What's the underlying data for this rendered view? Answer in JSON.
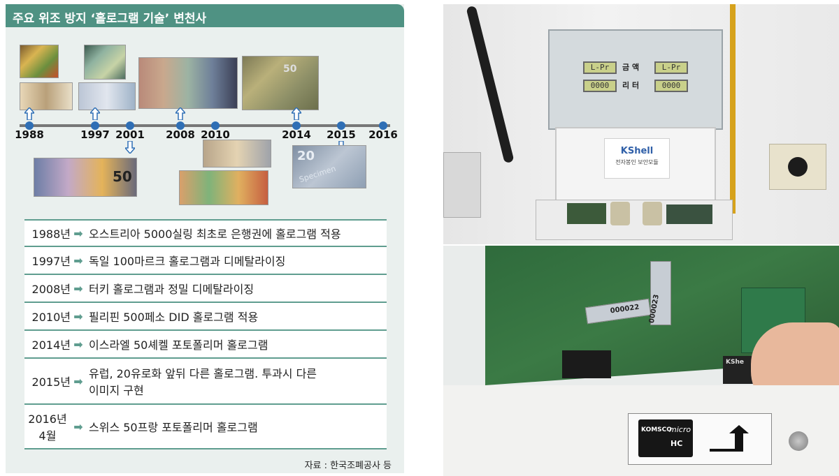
{
  "infographic": {
    "title": "주요 위조 방지 ‘홀로그램 기술’ 변천사",
    "years": [
      "1988",
      "1997",
      "2001",
      "2008",
      "2010",
      "2014",
      "2015",
      "2016"
    ],
    "rows": [
      {
        "year": "1988년",
        "desc": "오스트리아 5000실링 최초로 은행권에 홀로그램 적용"
      },
      {
        "year": "1997년",
        "desc": "독일 100마르크 홀로그램과 디메탈라이징"
      },
      {
        "year": "2008년",
        "desc": "터키 홀로그램과 정밀 디메탈라이징"
      },
      {
        "year": "2010년",
        "desc": "필리핀 500페소 DID 홀로그램 적용"
      },
      {
        "year": "2014년",
        "desc": "이스라엘 50셰켈 포토폴리머 홀로그램"
      },
      {
        "year": "2015년",
        "desc": "유럽, 20유로화 앞뒤 다른 홀로그램. 투과시 다른",
        "desc2": "이미지 구현"
      },
      {
        "year": "2016년",
        "year2": "4월",
        "desc": "스위스 50프랑 포토폴리머 홀로그램"
      }
    ],
    "source": "자료 : 한국조폐공사 등",
    "note_texts": {
      "n50": "50",
      "n20": "20",
      "specimen": "Specimen"
    },
    "colors": {
      "title_bg": "#4f9283",
      "dot": "#2f6fb5",
      "row_border": "#5f9d8f"
    }
  },
  "photo_top": {
    "lcd1": "L-Pr",
    "lcd2": "L-Pr",
    "lcd3": "0000",
    "lcd4": "0000",
    "label_amount": "금 액",
    "label_liter": "리 터",
    "brand": "KShell",
    "brand_sub": "전자봉인 보안모듈"
  },
  "photo_bottom": {
    "tag1": "000022",
    "tag2": "000023",
    "card_brand": "KOMSCO",
    "card_type": "micro",
    "card_sub": "HC",
    "module_label": "KShe"
  }
}
